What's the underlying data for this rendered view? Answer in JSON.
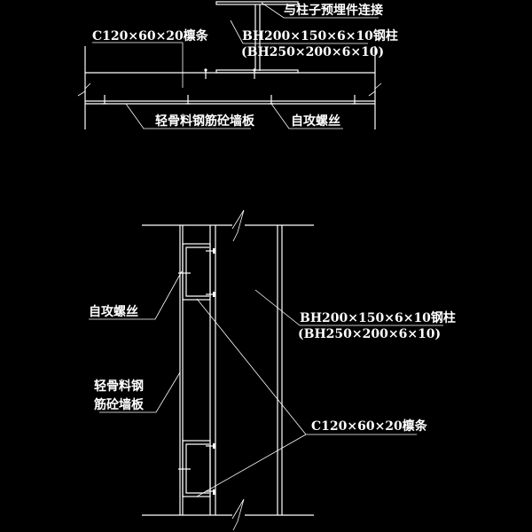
{
  "colors": {
    "background": "#000000",
    "line": "#ffffff"
  },
  "plan_view": {
    "embed_label": "与柱子预埋件连接",
    "purlin_label": "C120×60×20檩条",
    "column_label": "BH200×150×6×10钢柱",
    "column_alt_label": "(BH250×200×6×10)",
    "panel_label": "轻骨料钢筋砼墙板",
    "screw_label": "自攻螺丝"
  },
  "section_view": {
    "screw_label": "自攻螺丝",
    "panel_label_line1": "轻骨料钢",
    "panel_label_line2": "筋砼墙板",
    "column_label": "BH200×150×6×10钢柱",
    "column_alt_label": "(BH250×200×6×10)",
    "purlin_label": "C120×60×20檩条"
  }
}
